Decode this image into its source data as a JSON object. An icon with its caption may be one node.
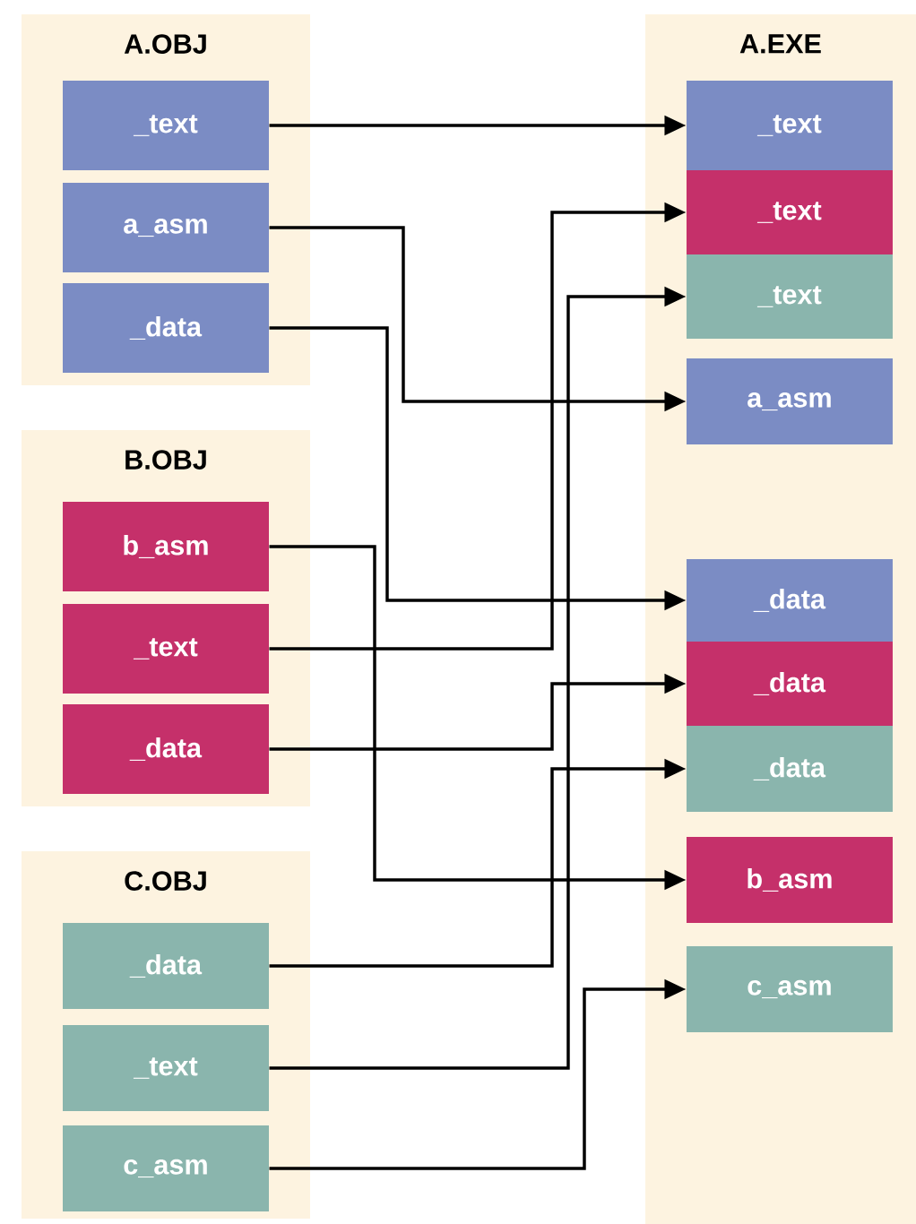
{
  "diagram": {
    "nodes": [
      {
        "text": [
          "A.OBJ"
        ]
      },
      {
        "text": [
          "_text"
        ],
        "in": 0
      },
      {
        "text": [
          "a_asm"
        ],
        "in": 0
      },
      {
        "text": [
          "_data"
        ],
        "in": 0
      },
      {
        "text": [
          "B.OBJ"
        ]
      },
      {
        "text": [
          "b_asm"
        ],
        "in": 4
      },
      {
        "text": [
          "_text"
        ],
        "in": 4
      },
      {
        "text": [
          "_data"
        ],
        "in": 4
      },
      {
        "text": [
          "C.OBJ"
        ]
      },
      {
        "text": [
          "_data"
        ],
        "in": 8
      },
      {
        "text": [
          "_text"
        ],
        "in": 8
      },
      {
        "text": [
          "c_asm"
        ],
        "in": 8
      },
      {
        "text": [
          "A.EXE"
        ]
      },
      {
        "text": [
          "_text"
        ],
        "in": 12
      },
      {
        "text": [
          "_text"
        ],
        "in": 12
      },
      {
        "text": [
          "_text"
        ],
        "in": 12
      },
      {
        "text": [
          "a_asm"
        ],
        "in": 12
      },
      {
        "text": [
          "_data"
        ],
        "in": 12
      },
      {
        "text": [
          "_data"
        ],
        "in": 12
      },
      {
        "text": [
          "_data"
        ],
        "in": 12
      },
      {
        "text": [
          "b_asm"
        ],
        "in": 12
      },
      {
        "text": [
          "c_asm"
        ],
        "in": 12
      }
    ],
    "edges": [
      {
        "from": 1,
        "to": 13,
        "arrow": "to"
      },
      {
        "from": 2,
        "to": 16,
        "arrow": "to"
      },
      {
        "from": 3,
        "to": 17,
        "arrow": "to"
      },
      {
        "from": 5,
        "to": 20,
        "arrow": "to"
      },
      {
        "from": 6,
        "to": 14,
        "arrow": "to"
      },
      {
        "from": 7,
        "to": 18,
        "arrow": "to"
      },
      {
        "from": 9,
        "to": 19,
        "arrow": "to"
      },
      {
        "from": 10,
        "to": 15,
        "arrow": "to"
      },
      {
        "from": 11,
        "to": 21,
        "arrow": "to"
      }
    ]
  }
}
